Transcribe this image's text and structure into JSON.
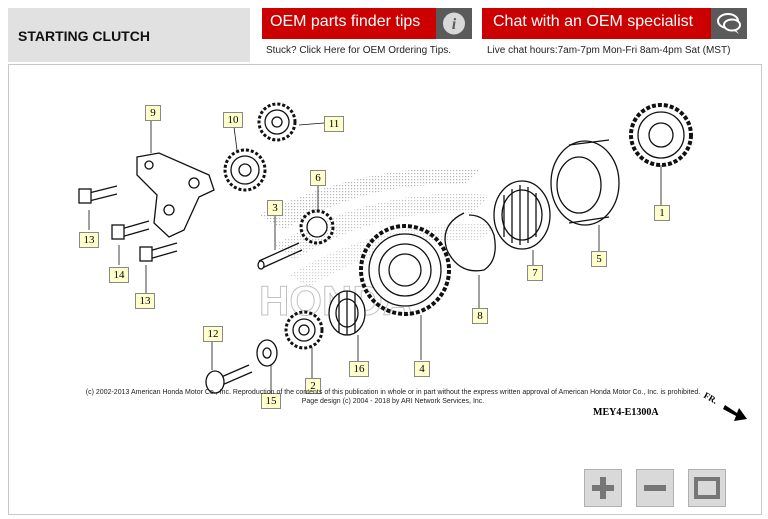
{
  "header": {
    "title": "STARTING CLUTCH",
    "finder_button": "OEM parts finder tips",
    "finder_sub": "Stuck? Click Here for OEM Ordering Tips.",
    "chat_button": "Chat with an OEM specialist",
    "chat_sub": "Live chat hours:7am-7pm Mon-Fri 8am-4pm Sat (MST)"
  },
  "diagram": {
    "callouts": {
      "c1": "1",
      "c2": "2",
      "c3": "3",
      "c4": "4",
      "c5": "5",
      "c6": "6",
      "c7": "7",
      "c8": "8",
      "c9": "9",
      "c10": "10",
      "c11": "11",
      "c12": "12",
      "c13a": "13",
      "c13b": "13",
      "c14": "14",
      "c15": "15",
      "c16": "16"
    },
    "copyright_line1": "(c) 2002-2013 American Honda Motor Co., Inc. Reproduction of the contents of this publication in whole or in part without the express written approval of American Honda Motor Co., Inc. is prohibited.",
    "copyright_line2": "Page design (c) 2004 - 2018 by ARI Network Services, Inc.",
    "diagram_code": "MEY4-E1300A",
    "direction_label": "FR."
  },
  "icons": {
    "finder_icon": "info-icon",
    "chat_icon": "chat-bubble-icon",
    "zoom_in": "plus-icon",
    "zoom_out": "minus-icon",
    "fit": "fit-to-window-icon"
  },
  "colors": {
    "accent": "#cc0000",
    "icon_bg": "#5a5a5a",
    "callout_bg": "#ffffcc"
  }
}
